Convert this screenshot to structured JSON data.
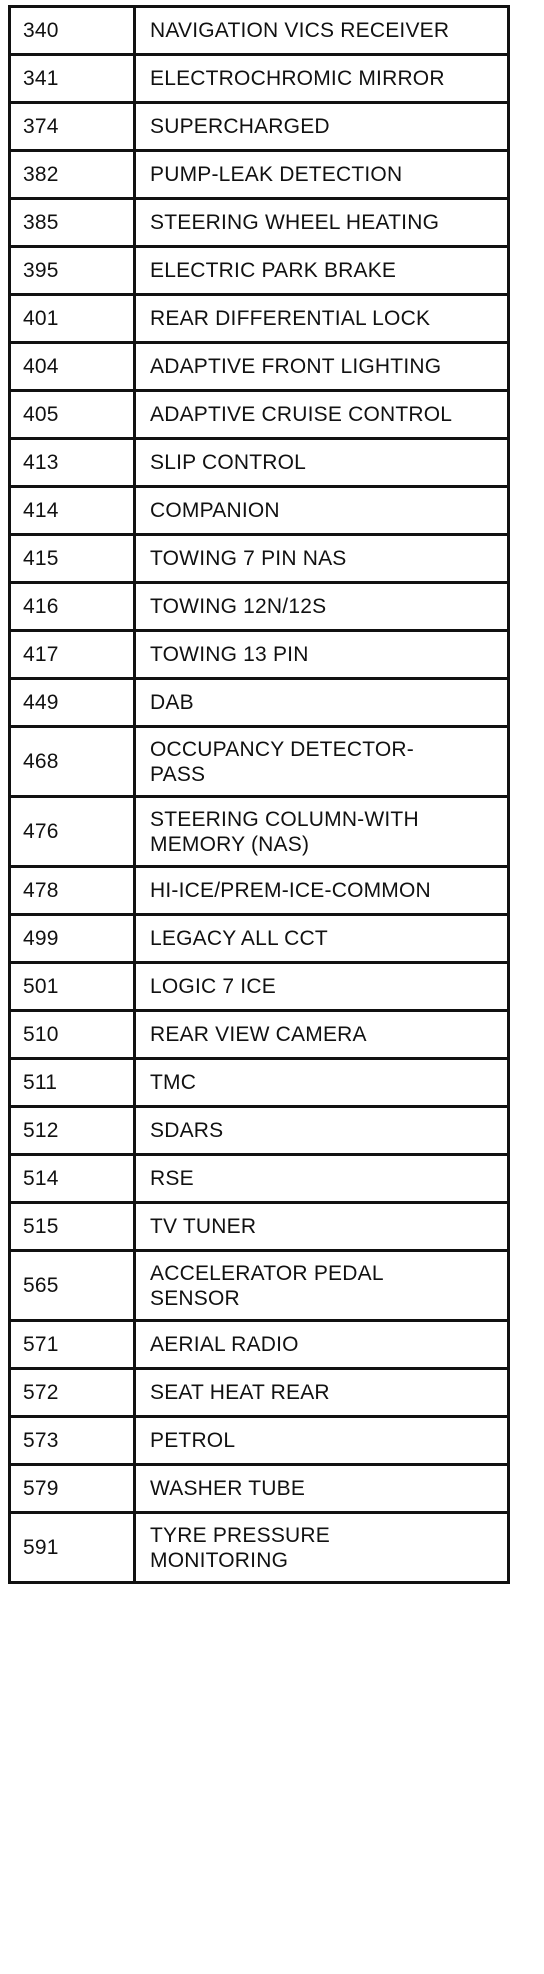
{
  "table": {
    "rows": [
      {
        "code": "340",
        "desc": "NAVIGATION VICS RECEIVER"
      },
      {
        "code": "341",
        "desc": "ELECTROCHROMIC MIRROR"
      },
      {
        "code": "374",
        "desc": "SUPERCHARGED"
      },
      {
        "code": "382",
        "desc": "PUMP-LEAK DETECTION"
      },
      {
        "code": "385",
        "desc": "STEERING WHEEL HEATING"
      },
      {
        "code": "395",
        "desc": "ELECTRIC PARK BRAKE"
      },
      {
        "code": "401",
        "desc": "REAR DIFFERENTIAL LOCK"
      },
      {
        "code": "404",
        "desc": "ADAPTIVE FRONT LIGHTING"
      },
      {
        "code": "405",
        "desc": "ADAPTIVE CRUISE CONTROL"
      },
      {
        "code": "413",
        "desc": "SLIP CONTROL"
      },
      {
        "code": "414",
        "desc": "COMPANION"
      },
      {
        "code": "415",
        "desc": "TOWING 7 PIN NAS"
      },
      {
        "code": "416",
        "desc": "TOWING 12N/12S"
      },
      {
        "code": "417",
        "desc": "TOWING 13 PIN"
      },
      {
        "code": "449",
        "desc": "DAB"
      },
      {
        "code": "468",
        "desc": "OCCUPANCY DETECTOR-\nPASS"
      },
      {
        "code": "476",
        "desc": "STEERING COLUMN-WITH\nMEMORY (NAS)"
      },
      {
        "code": "478",
        "desc": "HI-ICE/PREM-ICE-COMMON"
      },
      {
        "code": "499",
        "desc": "LEGACY ALL CCT"
      },
      {
        "code": "501",
        "desc": "LOGIC 7 ICE"
      },
      {
        "code": "510",
        "desc": "REAR VIEW CAMERA"
      },
      {
        "code": "511",
        "desc": "TMC"
      },
      {
        "code": "512",
        "desc": "SDARS"
      },
      {
        "code": "514",
        "desc": "RSE"
      },
      {
        "code": "515",
        "desc": "TV TUNER"
      },
      {
        "code": "565",
        "desc": "ACCELERATOR PEDAL\nSENSOR"
      },
      {
        "code": "571",
        "desc": "AERIAL RADIO"
      },
      {
        "code": "572",
        "desc": "SEAT HEAT REAR"
      },
      {
        "code": "573",
        "desc": "PETROL"
      },
      {
        "code": "579",
        "desc": "WASHER TUBE"
      },
      {
        "code": "591",
        "desc": "TYRE PRESSURE\nMONITORING"
      }
    ]
  }
}
